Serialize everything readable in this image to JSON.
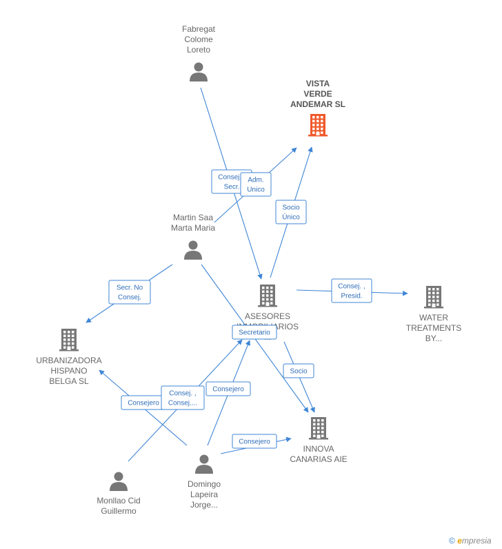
{
  "colors": {
    "focus": "#f0592b",
    "node": "#777777",
    "edge": "#3f86d6"
  },
  "nodes": [
    {
      "id": "fabregat",
      "type": "person",
      "icon": "person-icon",
      "lines": [
        "Fabregat",
        "Colome",
        "Loreto"
      ]
    },
    {
      "id": "vista",
      "type": "company",
      "focus": true,
      "icon": "building-icon",
      "lines": [
        "VISTA",
        "VERDE",
        "ANDEMAR  SL"
      ]
    },
    {
      "id": "martin",
      "type": "person",
      "icon": "person-icon",
      "lines": [
        "Martin Saa",
        "Marta Maria"
      ]
    },
    {
      "id": "asesores",
      "type": "company",
      "icon": "building-icon",
      "lines": [
        "ASESORES",
        "INMOBILIARIOS",
        "..."
      ]
    },
    {
      "id": "water",
      "type": "company",
      "icon": "building-icon",
      "lines": [
        "WATER",
        "TREATMENTS",
        "BY..."
      ]
    },
    {
      "id": "urbanizadora",
      "type": "company",
      "icon": "building-icon",
      "lines": [
        "URBANIZADORA",
        "HISPANO",
        "BELGA  SL"
      ]
    },
    {
      "id": "innova",
      "type": "company",
      "icon": "building-icon",
      "lines": [
        "INNOVA",
        "CANARIAS AIE"
      ]
    },
    {
      "id": "monllao",
      "type": "person",
      "icon": "person-icon",
      "lines": [
        "Monllao Cid",
        "Guillermo"
      ]
    },
    {
      "id": "domingo",
      "type": "person",
      "icon": "person-icon",
      "lines": [
        "Domingo",
        "Lapeira",
        "Jorge..."
      ]
    }
  ],
  "edges": [
    {
      "id": "fabregat-asesores",
      "lines": [
        "Consej. ,",
        "Secr."
      ]
    },
    {
      "id": "martin-vista",
      "lines": [
        "Adm.",
        "Unico"
      ]
    },
    {
      "id": "asesores-vista",
      "lines": [
        "Socio",
        "Único"
      ]
    },
    {
      "id": "martin-urbanizadora",
      "lines": [
        "Secr.  No",
        "Consej."
      ]
    },
    {
      "id": "asesores-water",
      "lines": [
        "Consej. ,",
        "Presid."
      ]
    },
    {
      "id": "martin-innova",
      "lines": [
        "Secretario"
      ]
    },
    {
      "id": "asesores-innova",
      "lines": [
        "Socio"
      ]
    },
    {
      "id": "domingo-urbanizadora",
      "lines": [
        "Consejero"
      ]
    },
    {
      "id": "monllao-asesores",
      "lines": [
        "Consej. ,",
        "Consej...."
      ]
    },
    {
      "id": "domingo-asesores",
      "lines": [
        "Consejero"
      ]
    },
    {
      "id": "domingo-innova",
      "lines": [
        "Consejero"
      ]
    }
  ],
  "watermark": {
    "copyright": "©",
    "brand_first": "e",
    "brand_rest": "mpresia"
  }
}
